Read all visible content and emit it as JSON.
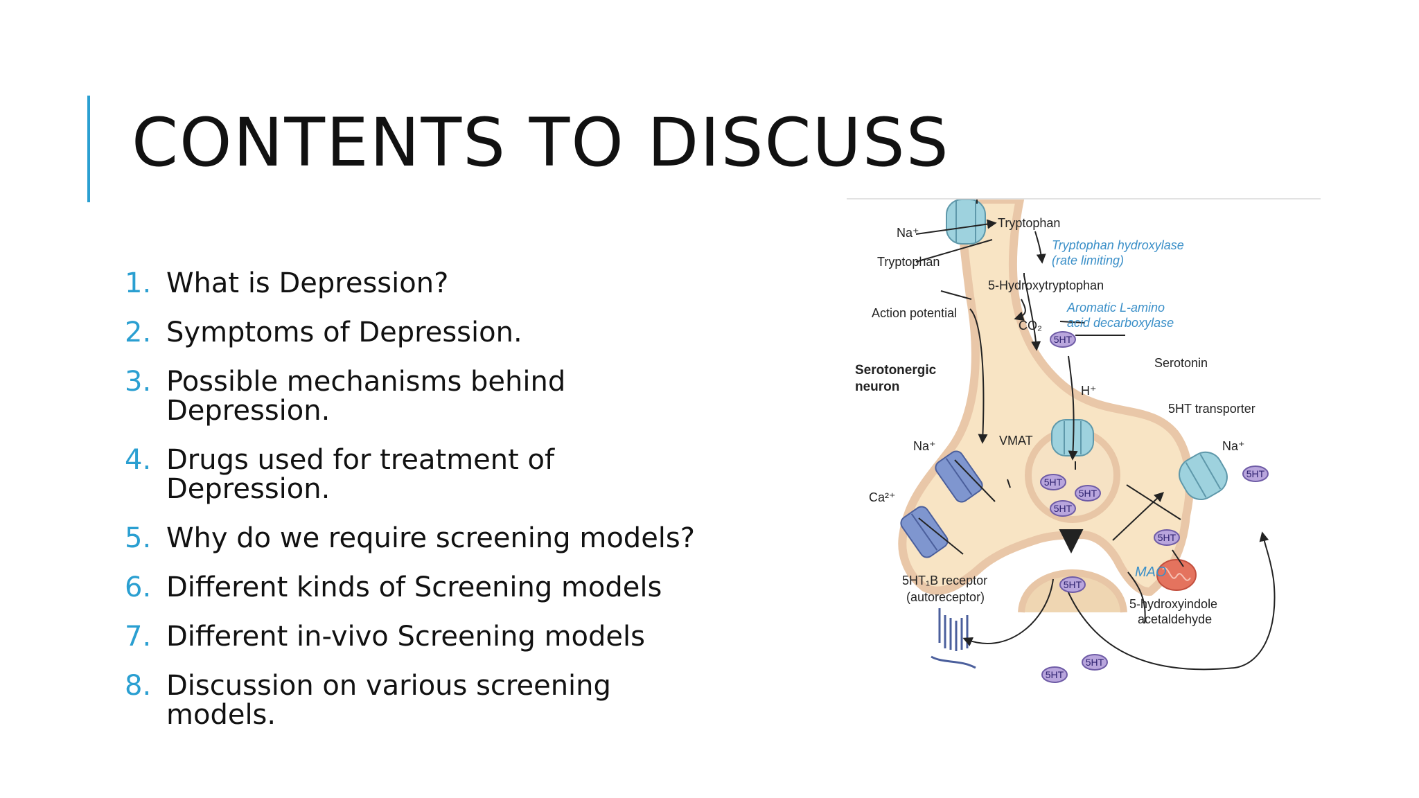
{
  "slide": {
    "title": "CONTENTS TO DISCUSS",
    "accent_color": "#2a9fd1",
    "items": [
      {
        "num": "1.",
        "text": "What is Depression?"
      },
      {
        "num": "2.",
        "text": "Symptoms of Depression."
      },
      {
        "num": "3.",
        "text": "Possible mechanisms behind Depression."
      },
      {
        "num": "4.",
        "text": "Drugs used for treatment of Depression."
      },
      {
        "num": "5.",
        "text": "Why do we require screening models?"
      },
      {
        "num": "6.",
        "text": "Different kinds of Screening models"
      },
      {
        "num": "7.",
        "text": "Different in-vivo Screening models"
      },
      {
        "num": "8.",
        "text": "Discussion on various screening models."
      }
    ]
  },
  "diagram": {
    "labels": {
      "na_top": "Na⁺",
      "tryptophan_in": "Tryptophan",
      "tryptophan_out": "Tryptophan",
      "enzyme_1_line1": "Tryptophan hydroxylase",
      "enzyme_1_line2": "(rate limiting)",
      "hydroxytryptophan": "5-Hydroxytryptophan",
      "action_potential": "Action potential",
      "enzyme_2_line1": "Aromatic L-amino",
      "enzyme_2_line2": "acid decarboxylase",
      "co2": "CO₂",
      "serotonin": "Serotonin",
      "neuron_line1": "Serotonergic",
      "neuron_line2": "neuron",
      "h_plus": "H⁺",
      "transporter": "5HT transporter",
      "vmat": "VMAT",
      "na_left": "Na⁺",
      "na_right": "Na⁺",
      "ca": "Ca²⁺",
      "mao": "MAO",
      "receptor_line1": "5HT₁B receptor",
      "receptor_line2": "(autoreceptor)",
      "metabolite_line1": "5-hydroxyindole",
      "metabolite_line2": "acetaldehyde",
      "pill": "5HT"
    }
  }
}
